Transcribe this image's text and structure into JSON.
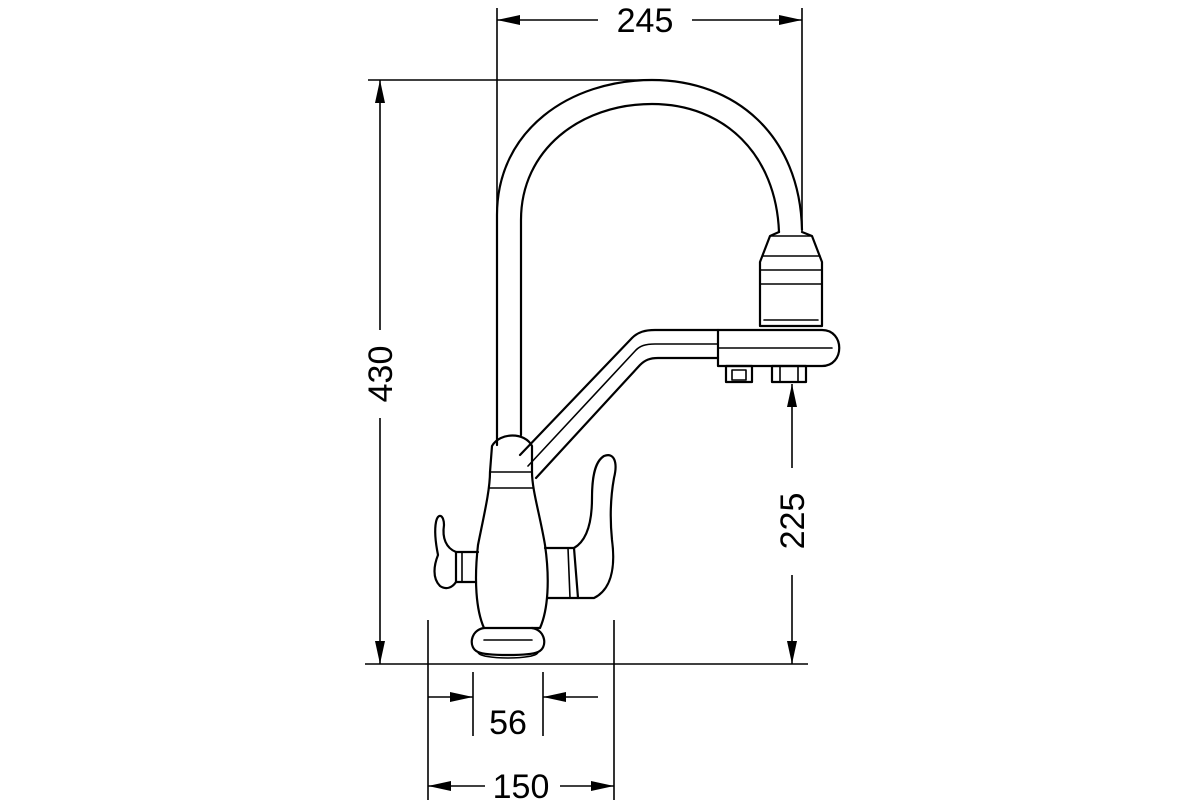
{
  "dimensions": {
    "overall_reach": "245",
    "overall_height": "430",
    "spout_height": "225",
    "base_diameter": "56",
    "body_width": "150"
  }
}
